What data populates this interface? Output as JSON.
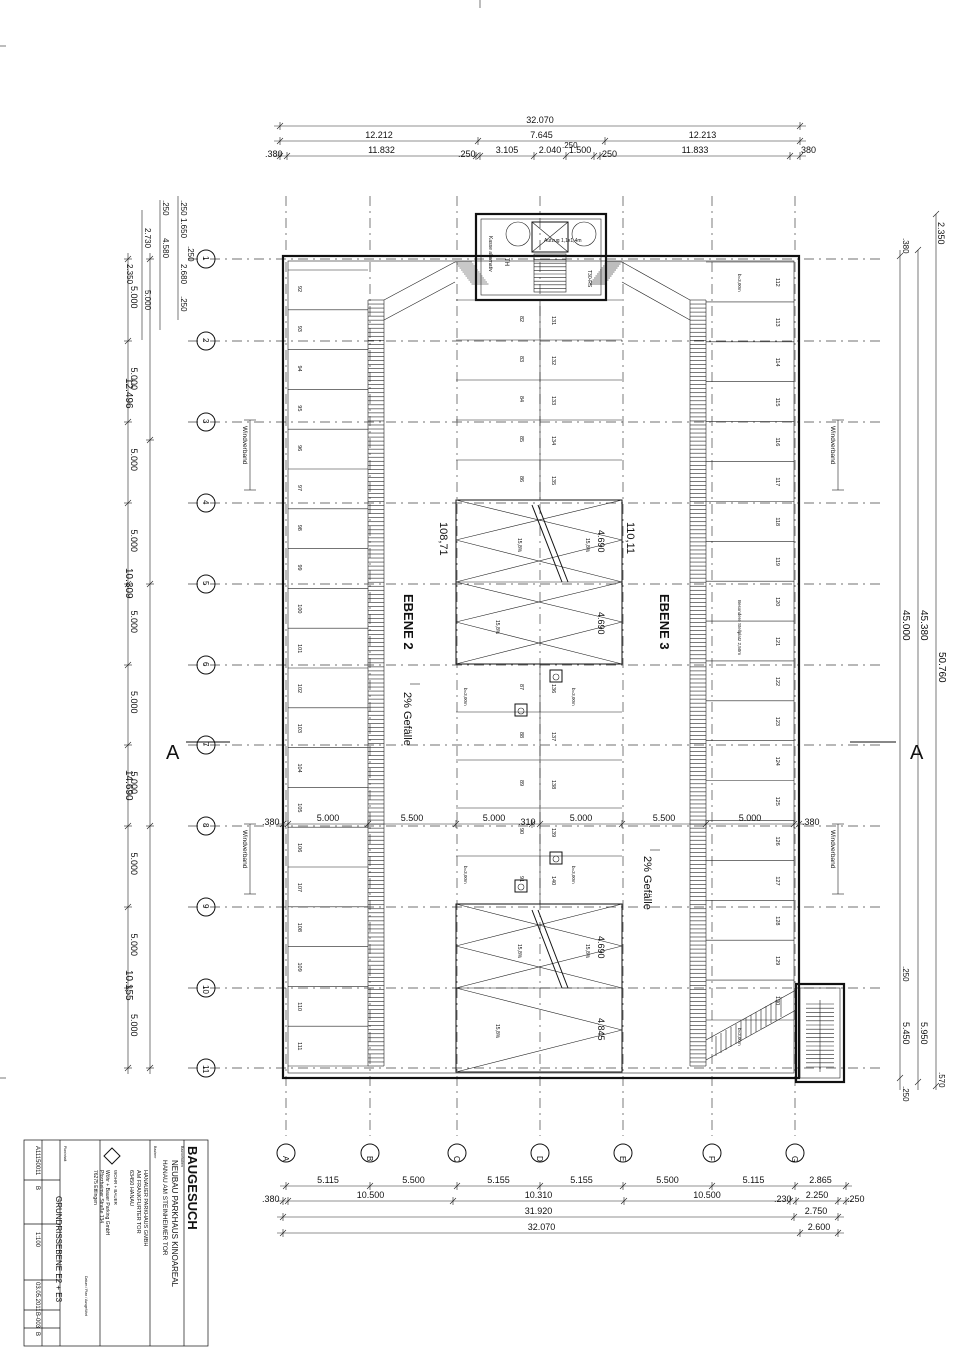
{
  "levels": {
    "left": "EBENE 2",
    "right": "EBENE 3"
  },
  "heights": {
    "left": "108,71",
    "right": "110,11"
  },
  "slopes": {
    "left": "2% Gefälle",
    "right": "2% Gefälle",
    "ramp": "15,8%"
  },
  "windschutz": "Windverband",
  "section_marker": "A",
  "grid_cols": [
    "A",
    "B",
    "C",
    "D",
    "E",
    "F",
    "G"
  ],
  "grid_rows": [
    "1",
    "2",
    "3",
    "4",
    "5",
    "6",
    "7",
    "8",
    "9",
    "10",
    "11"
  ],
  "parking": {
    "left_outer": [
      "92",
      "93",
      "94",
      "95",
      "96",
      "97",
      "98",
      "99",
      "100",
      "101",
      "102",
      "103",
      "104",
      "105",
      "106",
      "107",
      "108",
      "109",
      "110",
      "111"
    ],
    "left_inner": [
      "82",
      "83",
      "84",
      "85",
      "86",
      "87",
      "88",
      "89",
      "90",
      "91"
    ],
    "right_inner": [
      "131",
      "132",
      "133",
      "134",
      "135",
      "136",
      "137",
      "138",
      "139",
      "140"
    ],
    "right_outer": [
      "112",
      "113",
      "114",
      "115",
      "116",
      "117",
      "118",
      "119",
      "120",
      "121",
      "122",
      "123",
      "124",
      "125",
      "126",
      "127",
      "128",
      "129",
      "130"
    ],
    "width_note": "b=3,00m",
    "special_note": "Besondere Stellplatz 2,50m"
  },
  "stair": {
    "label_left": "TH",
    "label_room": "Kasse alternativ",
    "label_lift": "Aufzug 1,1x1,4m",
    "label_tr": "T30-RS"
  },
  "dims_top": {
    "total": "32.070",
    "seg1": [
      "12.212",
      "7.645",
      "12.213"
    ],
    "seg2": [
      ".380",
      "11.832",
      ".250",
      "3.105",
      "2.040",
      "1.500",
      "250",
      "11.833",
      "380"
    ],
    "small": ".250"
  },
  "dims_bottom": {
    "row1": [
      "5.115",
      "5.500",
      "5.155",
      "5.155",
      "5.500",
      "5.115",
      "2.865"
    ],
    "row2": [
      ".380",
      "10.500",
      "10.310",
      "10.500",
      ".230",
      "2.250",
      ".250"
    ],
    "row3": [
      "31.920",
      "2.750"
    ],
    "row4": [
      "32.070",
      "2.600"
    ]
  },
  "dims_left": {
    "top": [
      ".250",
      "1.650",
      "2.730",
      "4.580",
      ".250",
      "2.680",
      "2.350",
      "5.000",
      ".250",
      ".250"
    ],
    "segments": [
      "5.000",
      "5.000",
      "5.000",
      "5.000",
      "5.000",
      "5.000",
      "5.000",
      "5.000",
      "5.000",
      "5.000"
    ],
    "groups": [
      "12.496",
      "10.309",
      "14.690",
      "10.155"
    ]
  },
  "dims_right": {
    "top": [
      "2.350",
      ".380"
    ],
    "totals": [
      "45.000",
      "45.380",
      "50.760"
    ],
    "bottom": [
      ".250",
      "5.950",
      "5.450",
      ".570",
      ".250"
    ]
  },
  "dims_middle": [
    ".380",
    "5.000",
    "5.500",
    "5.000",
    ".310",
    "5.000",
    "5.500",
    "5.000",
    ".380"
  ],
  "ramp_widths": [
    "4.690",
    "4.690",
    "4.690",
    "4.845"
  ],
  "title_block": {
    "heading": "BAUGESUCH",
    "sub": "Bauvorhaben",
    "project": "NEUBAU PARKHAUS KINOAREAL",
    "project2": "HANAU AM STEINHEIMER TOR",
    "owner_label": "Bauherr",
    "owner": [
      "HANAUER PARKHAUS GMBH",
      "AM FRANKFURTER TOR",
      "63450 HANAU"
    ],
    "company": [
      "WOHR + BAUER",
      "Wöhr + Bauer Parking GmbH",
      "Pforzheimer Straße 134",
      "76275 Ettlingen"
    ],
    "plan_label": "Planinhalt",
    "plan": "GRUNDRISSEBENE E2 + E3",
    "project_no": "A11150011",
    "status": "B",
    "scale": "1:100",
    "date": "03.05.2011",
    "plan_no": "B-003",
    "index": "B",
    "sign": "Datum / Plan / Ausgeführt"
  }
}
